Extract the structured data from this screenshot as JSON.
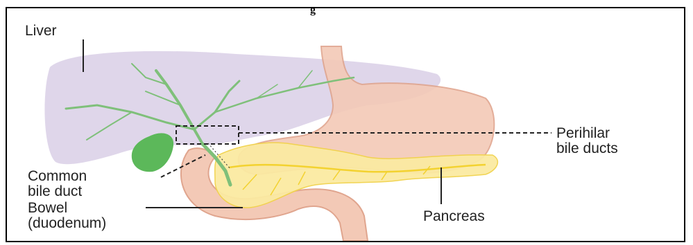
{
  "header": {
    "title_fragment": "g"
  },
  "labels": {
    "liver": "Liver",
    "perihilar_line1": "Perihilar",
    "perihilar_line2": "bile ducts",
    "common_line1": "Common",
    "common_line2": "bile duct",
    "bowel_line1": "Bowel",
    "bowel_line2": "(duodenum)",
    "pancreas": "Pancreas"
  },
  "colors": {
    "liver": "#d9cfe6",
    "stomach": "#f2c9b6",
    "stomach_outline": "#e0a58e",
    "pancreas": "#fbeaa0",
    "pancreas_vessels": "#f3d230",
    "bile": "#7fc07a",
    "gallbladder": "#5cb85a"
  }
}
